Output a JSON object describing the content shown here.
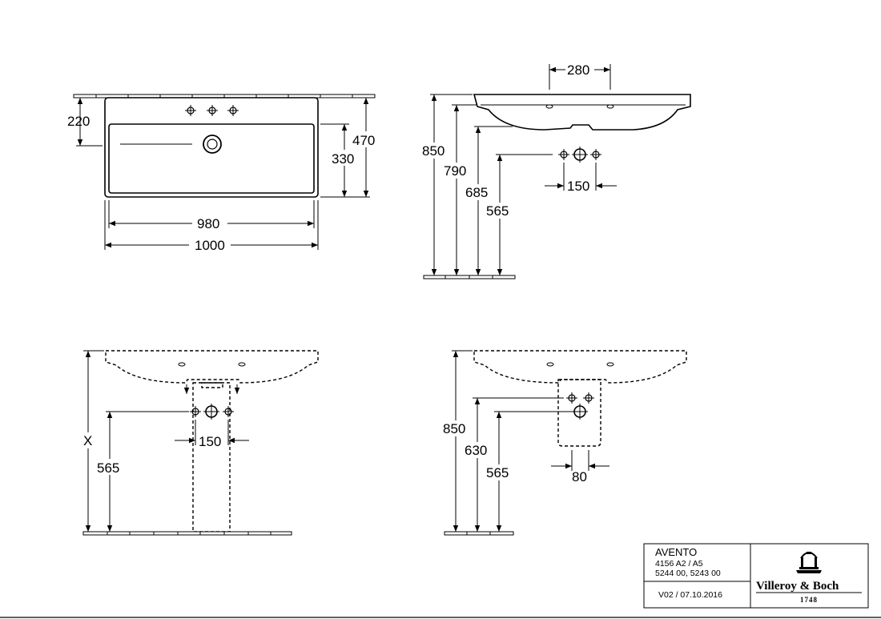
{
  "top_view": {
    "dim_220": "220",
    "dim_330": "330",
    "dim_470": "470",
    "dim_980": "980",
    "dim_1000": "1000"
  },
  "side_view": {
    "dim_280": "280",
    "dim_850": "850",
    "dim_790": "790",
    "dim_685": "685",
    "dim_565": "565",
    "dim_150": "150"
  },
  "front_pedestal_view": {
    "dim_x": "X",
    "dim_565": "565",
    "dim_150": "150"
  },
  "front_semipedestal_view": {
    "dim_850": "850",
    "dim_630": "630",
    "dim_565": "565",
    "dim_80": "80"
  },
  "title_block": {
    "product_name": "AVENTO",
    "model_line1": "4156 A2 / A5",
    "model_line2": "5244 00, 5243 00",
    "version": "V02 / 07.10.2016",
    "brand": "Villeroy & Boch",
    "brand_year": "1748"
  }
}
